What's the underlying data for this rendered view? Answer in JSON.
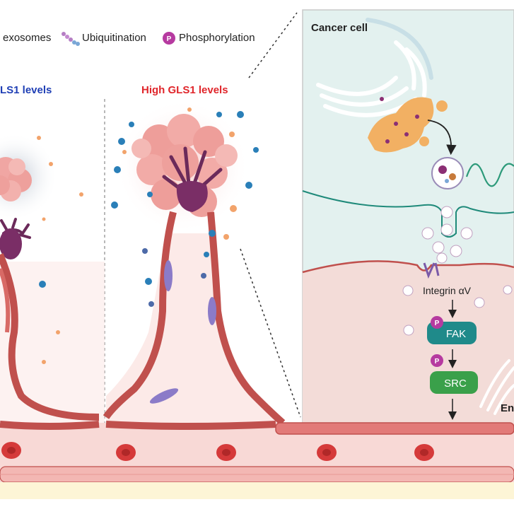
{
  "legend": {
    "exosomes": "exosomes",
    "ubiquitination": "Ubiquitination",
    "phosphorylation": "Phosphorylation",
    "phospho_symbol": "P"
  },
  "panels": {
    "low_label": "LS1 levels",
    "high_label": "High GLS1 levels"
  },
  "cancer_cell": {
    "title": "Cancer cell",
    "integrin": "Integrin αV",
    "fak": "FAK",
    "src": "SRC",
    "p_symbol": "P",
    "truncated_label": "En"
  },
  "colors": {
    "low_label": "#1f3fb5",
    "high_label": "#e0262b",
    "fak_box": "#1f8a8a",
    "src_box": "#3aa04a",
    "phospho": "#b63aa0",
    "cell_membrane": "#c0504d",
    "cancer_bg": "#e3f1ef",
    "endo_bg": "#f3dcd8"
  }
}
